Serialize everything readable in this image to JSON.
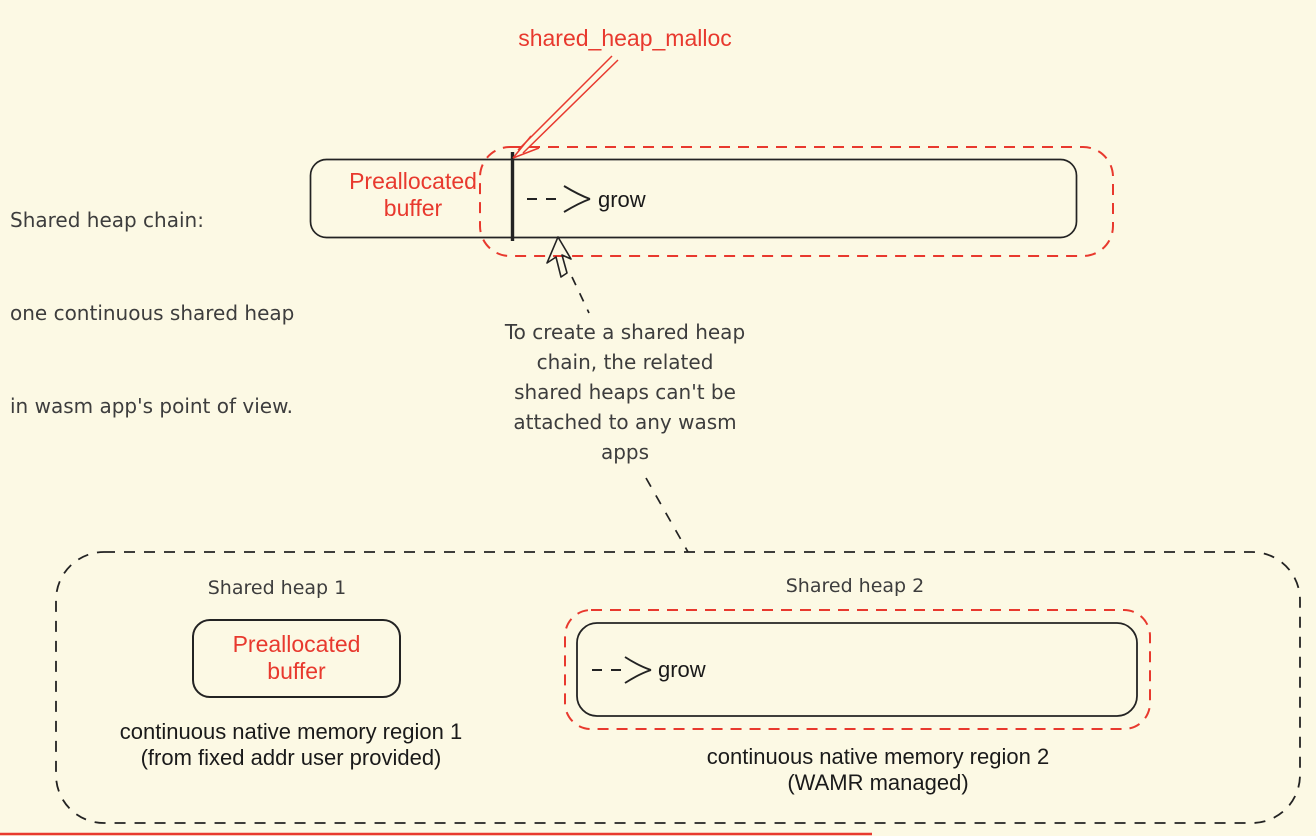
{
  "colors": {
    "bg": "#fcf9e4",
    "red": "#e8392e",
    "ink": "#232323",
    "note": "#3d3d3d"
  },
  "top_section": {
    "malloc_label": "shared_heap_malloc",
    "left_note": {
      "line1": "Shared heap chain:",
      "line2": "one continuous shared heap",
      "line3": "in wasm app's point of view."
    },
    "heap_bar": {
      "prealloc_line1": "Preallocated",
      "prealloc_line2": "buffer",
      "grow_label": "grow"
    }
  },
  "middle_note": {
    "line1": "To create a shared heap",
    "line2": "chain, the related",
    "line3": "shared heaps can't be",
    "line4": "attached to any wasm",
    "line5": "apps"
  },
  "bottom_section": {
    "heap1": {
      "title": "Shared heap 1",
      "box_line1": "Preallocated",
      "box_line2": "buffer",
      "caption_line1": "continuous native memory region 1",
      "caption_line2": "(from fixed addr user provided)"
    },
    "heap2": {
      "title": "Shared heap 2",
      "grow_label": "grow",
      "caption_line1": "continuous native memory region 2",
      "caption_line2": "(WAMR managed)"
    }
  }
}
